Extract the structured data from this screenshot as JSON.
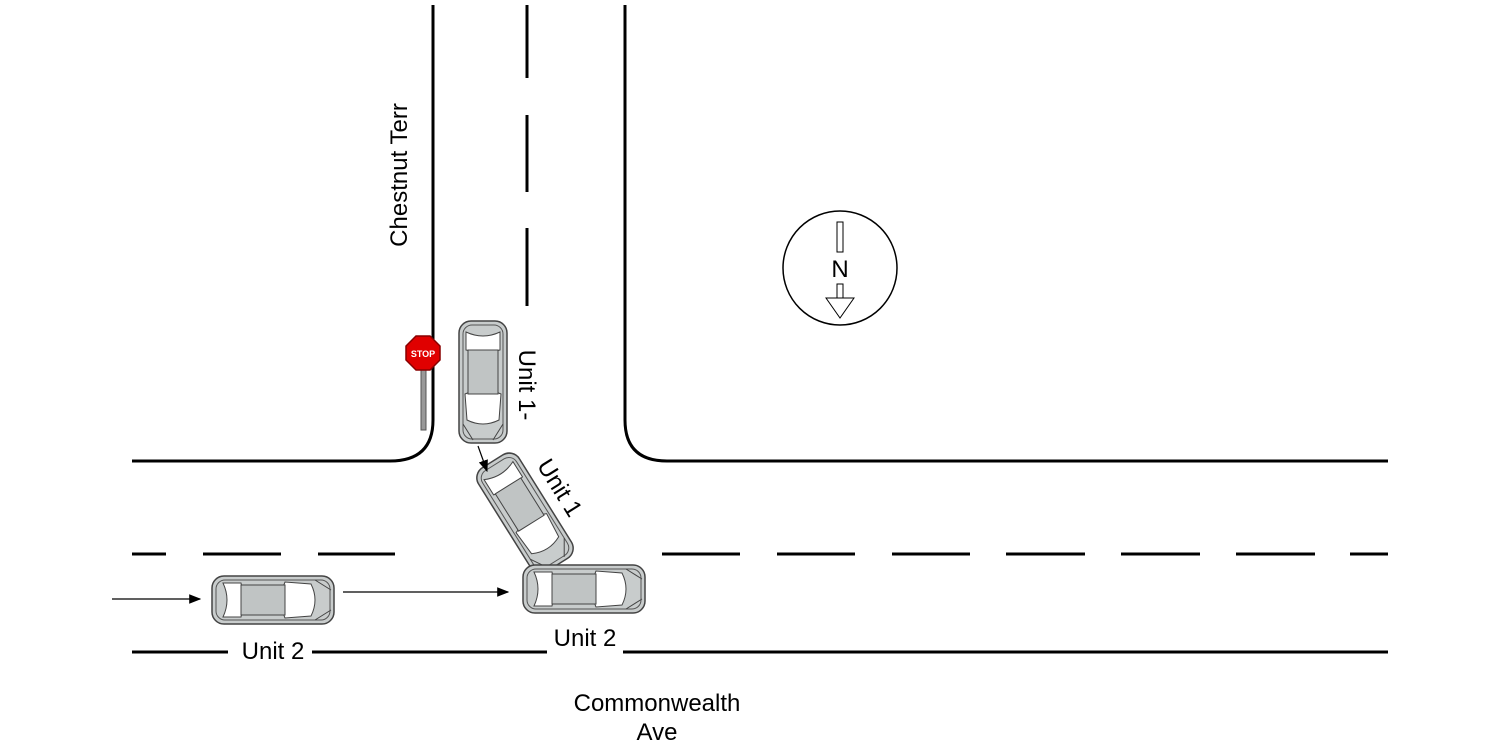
{
  "streets": {
    "north_south": "Chestnut Terr",
    "east_west_line1": "Commonwealth",
    "east_west_line2": "Ave"
  },
  "units": {
    "unit1_pre": "Unit 1-",
    "unit1_impact": "Unit 1",
    "unit2_pre": "Unit 2",
    "unit2_impact": "Unit 2"
  },
  "stop_sign": {
    "label": "STOP",
    "color": "#e00000"
  },
  "compass": {
    "label": "N"
  },
  "colors": {
    "car_body": "#c8cccc",
    "line": "#000000"
  }
}
